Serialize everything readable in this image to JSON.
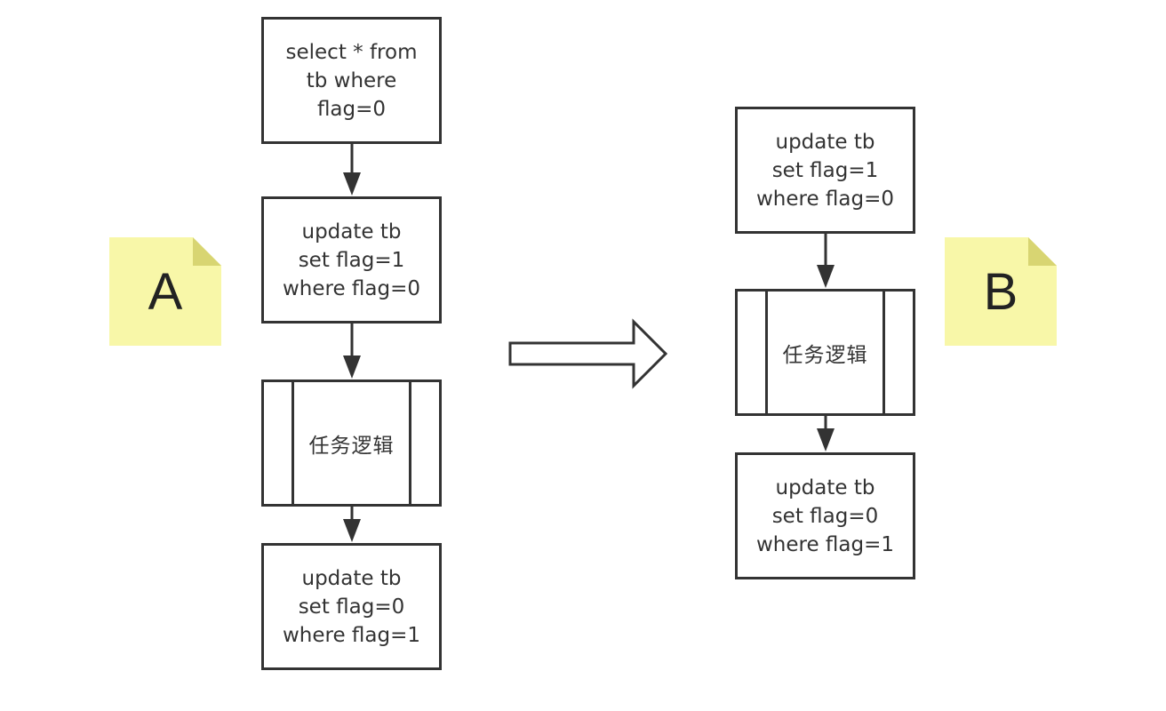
{
  "colors": {
    "stroke": "#333333",
    "note_fill": "#f8f7a8",
    "note_fold": "#d8d572",
    "background": "#ffffff"
  },
  "notes": {
    "a": "A",
    "b": "B"
  },
  "flow_a": {
    "select": [
      "select * from",
      "tb where",
      "flag=0"
    ],
    "update_set": [
      "update tb",
      "set flag=1",
      "where flag=0"
    ],
    "task": "任务逻辑",
    "update_reset": [
      "update tb",
      "set flag=0",
      "where flag=1"
    ]
  },
  "flow_b": {
    "update_set": [
      "update tb",
      "set flag=1",
      "where flag=0"
    ],
    "task": "任务逻辑",
    "update_reset": [
      "update tb",
      "set flag=0",
      "where flag=1"
    ]
  },
  "transition_icon": "right-arrow-icon"
}
